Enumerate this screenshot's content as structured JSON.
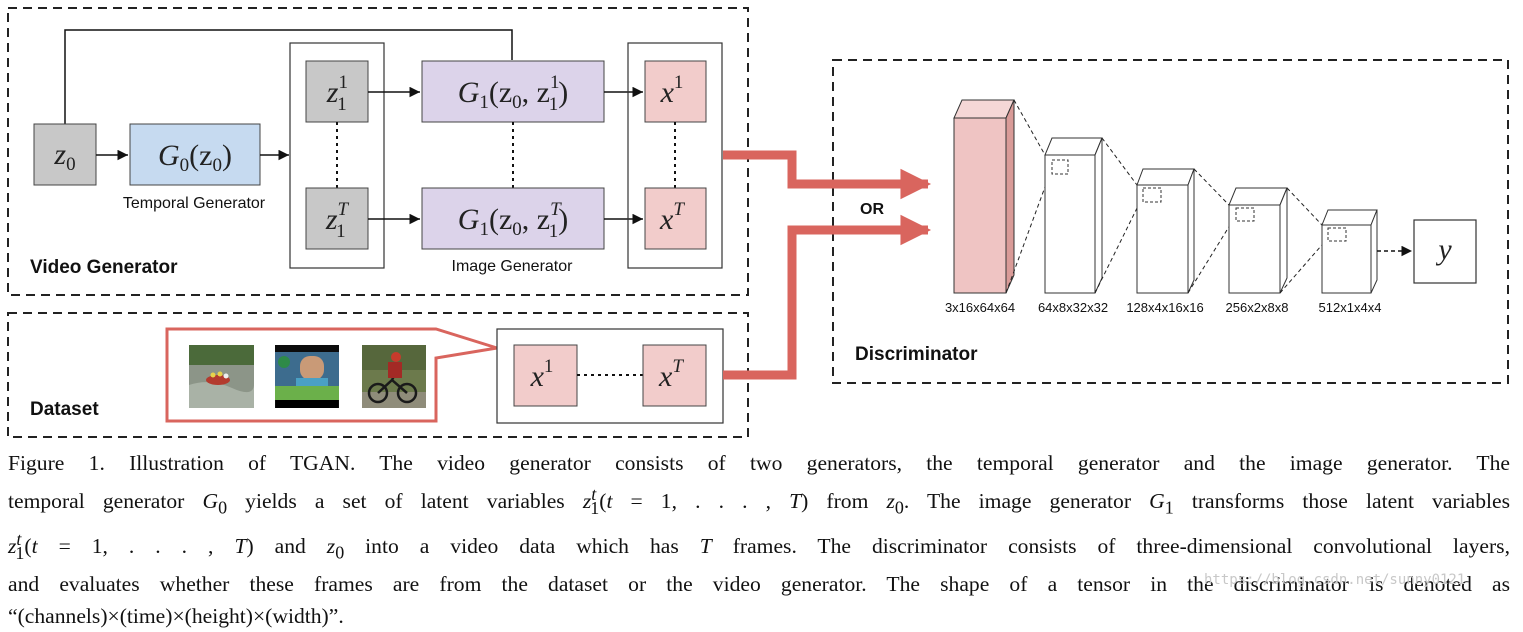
{
  "groups": {
    "video_generator": "Video Generator",
    "dataset": "Dataset",
    "discriminator": "Discriminator"
  },
  "captions": {
    "temporal_generator": "Temporal Generator",
    "image_generator": "Image Generator",
    "or": "OR"
  },
  "nodes": {
    "z0": "z",
    "z0_sub": "0",
    "g0": "G",
    "g0_sub": "0",
    "g0_arg": "(z",
    "g0_arg_sub": "0",
    "g0_close": ")",
    "z1_top": "z",
    "z1_top_sup": "1",
    "z1_top_sub": "1",
    "z1_bot": "z",
    "z1_bot_sup": "T",
    "z1_bot_sub": "1",
    "g1_top": "G",
    "g1_top_sub": "1",
    "g1_top_arg": "(z",
    "g1_top_arg_sub": "0",
    "g1_top_comma": ", z",
    "g1_top_z_sup": "1",
    "g1_top_z_sub": "1",
    "g1_top_close": ")",
    "g1_bot": "G",
    "g1_bot_sub": "1",
    "g1_bot_arg": "(z",
    "g1_bot_arg_sub": "0",
    "g1_bot_comma": ", z",
    "g1_bot_z_sup": "T",
    "g1_bot_z_sub": "1",
    "g1_bot_close": ")",
    "x_top": "x",
    "x_top_sup": "1",
    "x_bot": "x",
    "x_bot_sup": "T",
    "ds_x1": "x",
    "ds_x1_sup": "1",
    "ds_xT": "x",
    "ds_xT_sup": "T",
    "y": "y"
  },
  "discriminator_layers": [
    "3x16x64x64",
    "64x8x32x32",
    "128x4x16x16",
    "256x2x8x8",
    "512x1x4x4"
  ],
  "colors": {
    "gray_box": "#c8c8c8",
    "blue_box": "#c6daf0",
    "purple_box": "#dcd3ea",
    "pink_box": "#f2cccb",
    "red_arrow": "#d9655e",
    "dashed_border": "#222222"
  },
  "caption": {
    "l1_a": "Figure 1. Illustration of TGAN. The video generator consists of two generators, the temporal generator and the image generator. The",
    "l2_a": "temporal generator ",
    "l2_G": "G",
    "l2_Gsub": "0",
    "l2_b": " yields a set of latent variables ",
    "l2_z": "z",
    "l2_zsup": "t",
    "l2_zsub": "1",
    "l2_c": "(",
    "l2_t": "t",
    "l2_d": " = 1, . . . , ",
    "l2_T": "T",
    "l2_e": ") from ",
    "l2_z0": "z",
    "l2_z0sub": "0",
    "l2_f": ". The image generator ",
    "l2_G1": "G",
    "l2_G1sub": "1",
    "l2_g": " transforms those latent variables",
    "l3_z": "z",
    "l3_zsup": "t",
    "l3_zsub": "1",
    "l3_a": "(",
    "l3_t": "t",
    "l3_b": " = 1, . . . , ",
    "l3_T": "T",
    "l3_c": ") and ",
    "l3_z0": "z",
    "l3_z0sub": "0",
    "l3_d": " into a video data which has ",
    "l3_T2": "T",
    "l3_e": " frames. The discriminator consists of three-dimensional convolutional layers,",
    "l4": "and evaluates whether these frames are from the dataset or the video generator. The shape of a tensor in the discriminator is denoted as",
    "l5": "“(channels)×(time)×(height)×(width)”."
  },
  "watermark": "https://blog.csdn.net/sunny0121"
}
